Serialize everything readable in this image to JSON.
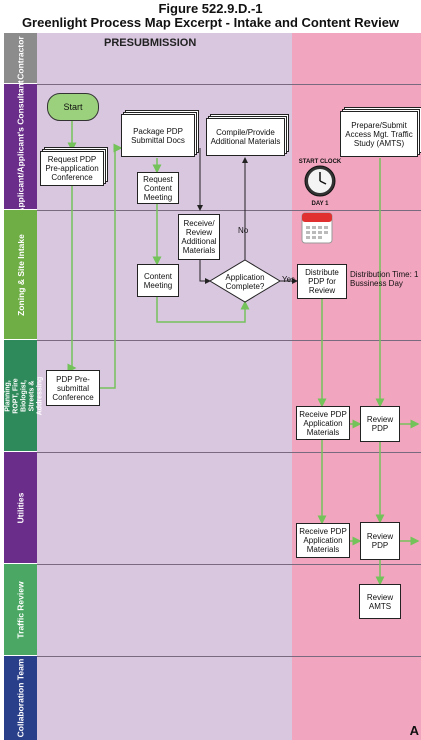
{
  "figure": {
    "title": "Figure 522.9.D.-1",
    "subtitle": "Greenlight Process Map Excerpt - Intake and Content Review"
  },
  "phase": {
    "presubmission": "PRESUBMISSION"
  },
  "lanes": [
    {
      "label": "Contractor",
      "color": "#8c8c8c"
    },
    {
      "label": "Applicant/Applicant's Consultant",
      "color": "#6a2d8a"
    },
    {
      "label": "Zoning & Site Intake",
      "color": "#6fae45"
    },
    {
      "label": "Current Planning, ROPT, Fire Biologist, Streets & Addressing",
      "color": "#2e8a5a"
    },
    {
      "label": "Utilities",
      "color": "#6a2d8a"
    },
    {
      "label": "Traffic Review",
      "color": "#4aa864"
    },
    {
      "label": "Collaboration Team",
      "color": "#2a3f8a"
    }
  ],
  "nodes": {
    "start": "Start",
    "request_pdp_conference": "Request PDP Pre-application Conference",
    "package_pdp": "Package PDP Submittal Docs",
    "request_content_meeting": "Request Content Meeting",
    "compile_materials": "Compile/Provide Additional Materials",
    "receive_review": "Receive/ Review Additional Materials",
    "content_meeting": "Content Meeting",
    "application_complete": "Application Complete?",
    "pdp_conference": "PDP Pre-submittal Conference",
    "prepare_amts": "Prepare/Submit Access Mgt. Traffic Study (AMTS)",
    "distribute_pdp": "Distribute PDP for Review",
    "receive_pdp_planning": "Receive PDP Application Materials",
    "review_pdp_planning": "Review PDP",
    "receive_pdp_utilities": "Receive PDP Application Materials",
    "review_pdp_utilities": "Review PDP",
    "review_amts": "Review AMTS"
  },
  "labels": {
    "no": "No",
    "yes": "Yes",
    "start_clock": "START CLOCK",
    "day1": "DAY 1",
    "distribution_time": "Distribution Time: 1 Bussiness Day",
    "connector": "A"
  },
  "colors": {
    "presubmission_bg": "#d9c7e0",
    "submission_bg": "#f2a5bf",
    "connector_line": "#74c25a",
    "start_fill": "#9bd17d",
    "calendar_red": "#e03030"
  }
}
